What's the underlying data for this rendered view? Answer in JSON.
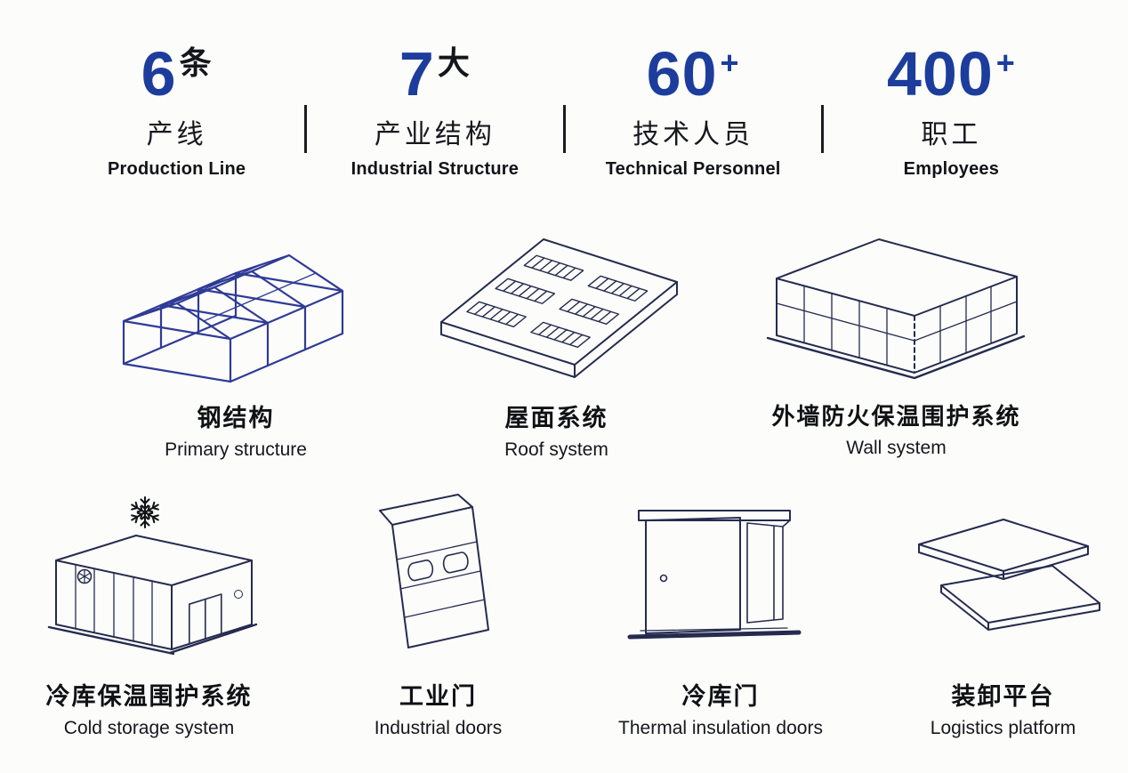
{
  "colors": {
    "accent": "#1d3d9c",
    "ink": "#15161c",
    "line": "#252b4e",
    "steel": "#2f3b96"
  },
  "stats": [
    {
      "number": "6",
      "unit": "条",
      "label_zh": "产线",
      "label_en": "Production Line"
    },
    {
      "number": "7",
      "unit": "大",
      "label_zh": "产业结构",
      "label_en": "Industrial Structure"
    },
    {
      "number": "60",
      "unit": "+",
      "label_zh": "技术人员",
      "label_en": "Technical Personnel"
    },
    {
      "number": "400",
      "unit": "+",
      "label_zh": "职工",
      "label_en": "Employees"
    }
  ],
  "products": {
    "row1": [
      {
        "icon": "steel-structure-icon",
        "title_zh": "钢结构",
        "title_en": "Primary structure"
      },
      {
        "icon": "roof-system-icon",
        "title_zh": "屋面系统",
        "title_en": "Roof system"
      },
      {
        "icon": "wall-system-icon",
        "title_zh": "外墙防火保温围护系统",
        "title_en": "Wall system"
      }
    ],
    "row2": [
      {
        "icon": "cold-storage-icon",
        "title_zh": "冷库保温围护系统",
        "title_en": "Cold storage system"
      },
      {
        "icon": "industrial-door-icon",
        "title_zh": "工业门",
        "title_en": "Industrial doors"
      },
      {
        "icon": "cold-storage-door-icon",
        "title_zh": "冷库门",
        "title_en": "Thermal insulation doors"
      },
      {
        "icon": "loading-platform-icon",
        "title_zh": "装卸平台",
        "title_en": "Logistics platform"
      }
    ]
  }
}
